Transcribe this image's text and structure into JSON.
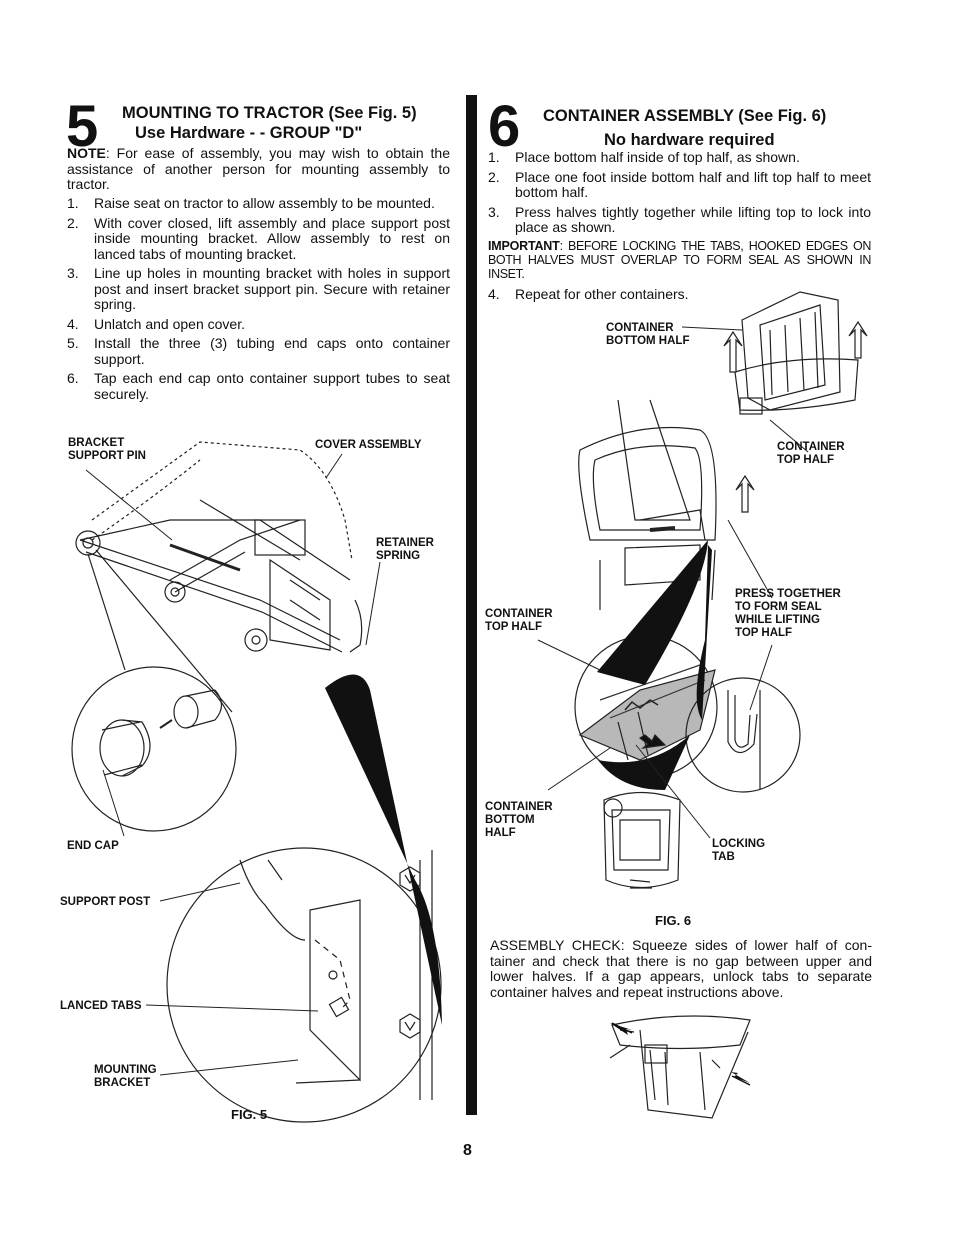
{
  "page_number": "8",
  "section5": {
    "number": "5",
    "title_line1": "MOUNTING TO TRACTOR (See Fig. 5)",
    "title_line2": "Use Hardware - - GROUP \"D\"",
    "note_label": "NOTE",
    "note_text": ":  For ease of assembly, you may wish to obtain the assistance of another person for mounting assembly to tractor.",
    "steps": [
      {
        "n": "1.",
        "text": "Raise seat on tractor to allow assembly to be mounted."
      },
      {
        "n": "2.",
        "text": "With cover closed, lift assembly and place support post inside mounting bracket. Allow assembly to rest on lanced tabs of mounting bracket."
      },
      {
        "n": "3.",
        "text": "Line up holes in mounting bracket with holes in support post and insert bracket support pin. Secure with retainer spring."
      },
      {
        "n": "4.",
        "text": "Unlatch and open cover."
      },
      {
        "n": "5.",
        "text": "Install the three (3) tubing end caps onto container support."
      },
      {
        "n": "6.",
        "text": "Tap each end cap onto container support tubes to seat securely."
      }
    ],
    "figure": {
      "caption": "FIG. 5",
      "labels": {
        "bracket_support_pin": "BRACKET\nSUPPORT PIN",
        "cover_assembly": "COVER ASSEMBLY",
        "retainer_spring": "RETAINER\nSPRING",
        "end_cap": "END CAP",
        "support_post": "SUPPORT POST",
        "lanced_tabs": "LANCED TABS",
        "mounting_bracket": "MOUNTING\nBRACKET"
      }
    }
  },
  "section6": {
    "number": "6",
    "title_line1": "CONTAINER ASSEMBLY (See Fig. 6)",
    "title_line2": "No hardware required",
    "steps": [
      {
        "n": "1.",
        "text": "Place bottom half inside of top half, as shown."
      },
      {
        "n": "2.",
        "text": "Place one foot inside bottom half and lift top half to meet bottom half."
      },
      {
        "n": "3.",
        "text": "Press halves tightly together while lifting top to lock into place as shown."
      }
    ],
    "important_label": "IMPORTANT",
    "important_text": ": BEFORE LOCKING THE TABS, HOOKED EDGES ON BOTH HALVES MUST OVERLAP TO FORM SEAL AS SHOWN IN INSET.",
    "step4": {
      "n": "4.",
      "text": "Repeat for other containers."
    },
    "figure": {
      "caption": "FIG. 6",
      "labels": {
        "container_bottom_half_top": "CONTAINER\nBOTTOM HALF",
        "container_top_half_right": "CONTAINER\nTOP HALF",
        "press_together": "PRESS TOGETHER\nTO FORM SEAL\nWHILE LIFTING\nTOP HALF",
        "container_top_half_left": "CONTAINER\nTOP HALF",
        "container_bottom_half_left": "CONTAINER\nBOTTOM\nHALF",
        "locking_tab": "LOCKING\nTAB"
      }
    },
    "assembly_check": "ASSEMBLY CHECK: Squeeze sides of lower half of con-tainer and check that there is no gap between upper and lower halves.  If a gap appears, unlock tabs to separate container halves and repeat instructions above."
  }
}
